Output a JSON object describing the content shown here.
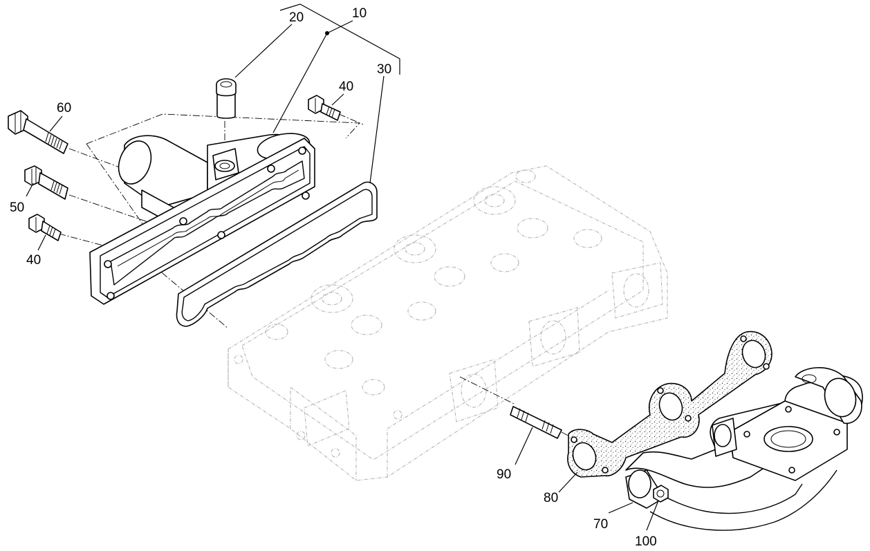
{
  "callouts": {
    "c10": "10",
    "c20": "20",
    "c30": "30",
    "c40a": "40",
    "c40b": "40",
    "c50": "50",
    "c60": "60",
    "c70": "70",
    "c80": "80",
    "c90": "90",
    "c100": "100"
  }
}
